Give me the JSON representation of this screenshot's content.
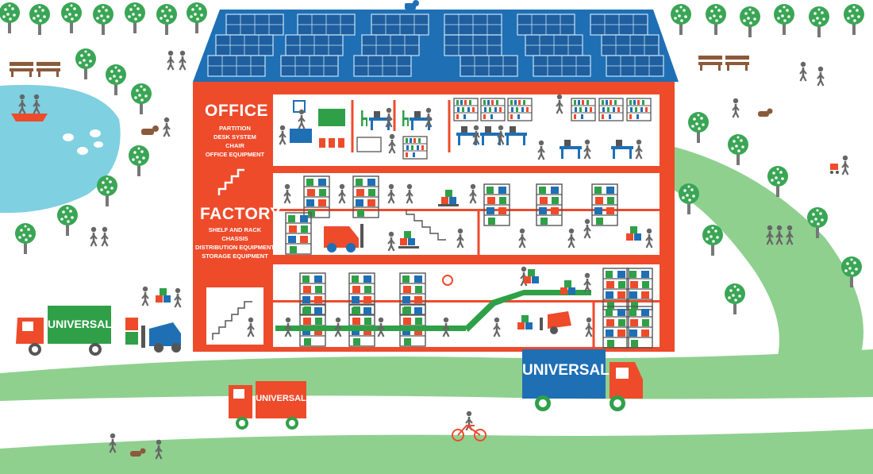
{
  "office": {
    "title": "OFFICE",
    "items": [
      "PARTITION",
      "DESK SYSTEM",
      "CHAIR",
      "OFFICE EQUIPMENT"
    ]
  },
  "factory": {
    "title": "FACTORY",
    "items": [
      "SHELF AND RACK",
      "CHASSIS",
      "DISTRIBUTION EQUIPMENT",
      "STORAGE EQUIPMENT"
    ]
  },
  "trucks": {
    "brand": "UNIVERSAL"
  },
  "colors": {
    "building": "#ee4b2b",
    "roof": "#1f6fb5",
    "grass": "#8fd08f",
    "lake": "#7fd0e0",
    "tree": "#3aa655",
    "person": "#666666",
    "green_truck": "#2fa048",
    "blue_truck": "#1f6fb5",
    "red_truck": "#ee4b2b"
  },
  "icons": [
    "solar-panel-icon",
    "tree-icon",
    "person-icon",
    "truck-icon",
    "forklift-icon",
    "rack-icon",
    "desk-icon",
    "bench-icon",
    "bicycle-icon",
    "dog-icon",
    "clock-icon",
    "conveyor-icon",
    "boat-icon",
    "duck-icon",
    "cat-icon",
    "stroller-icon"
  ]
}
